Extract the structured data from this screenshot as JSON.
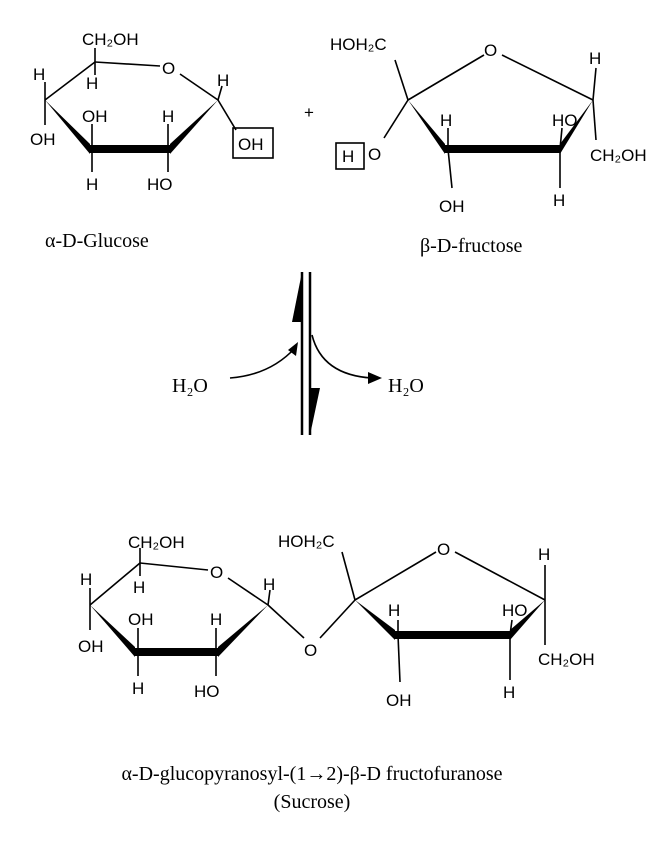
{
  "glucose": {
    "ch2oh": "CH₂OH",
    "ring_o": "O",
    "h_c4_up": "H",
    "h_c5_down": "H",
    "h_c1_up": "H",
    "oh_c4_down": "OH",
    "oh_c3_up": "OH",
    "h_c2_up": "H",
    "oh_c1_boxed": "OH",
    "h_c3_down": "H",
    "ho_c2_down": "HO",
    "name": "α-D-Glucose"
  },
  "plus": "+",
  "fructose": {
    "hoh2c": "HOH₂C",
    "ring_o": "O",
    "h_c5_up": "H",
    "o_c2": "O",
    "h_boxed": "H",
    "h_c3_up": "H",
    "ho_c4_up": "HO",
    "ch2oh": "CH₂OH",
    "oh_c3_down": "OH",
    "h_c4_down": "H",
    "name": "β-D-fructose"
  },
  "equilibrium": {
    "water_in": "H₂O",
    "water_out": "H₂O"
  },
  "sucrose": {
    "glc": {
      "ch2oh": "CH₂OH",
      "ring_o": "O",
      "h_c4_up": "H",
      "h_c5_down": "H",
      "h_c1_up": "H",
      "oh_c4_down": "OH",
      "oh_c3_up": "OH",
      "h_c2_up": "H",
      "h_c3_down": "H",
      "ho_c2_down": "HO"
    },
    "bridge_o": "O",
    "fru": {
      "hoh2c": "HOH₂C",
      "ring_o": "O",
      "h_c5_up": "H",
      "h_c3_up": "H",
      "ho_c4_up": "HO",
      "ch2oh": "CH₂OH",
      "oh_c3_down": "OH",
      "h_c4_down": "H"
    },
    "name": "α-D-glucopyranosyl-(1→2)-β-D fructofuranose",
    "common_name": "(Sucrose)"
  }
}
